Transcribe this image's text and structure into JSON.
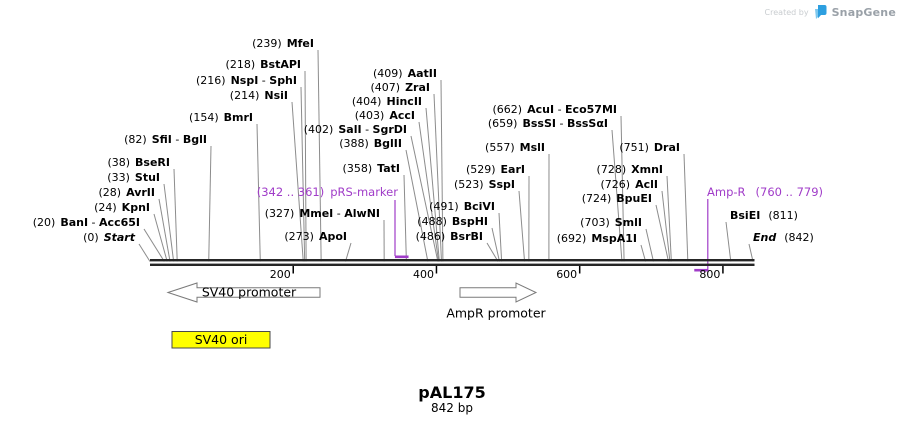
{
  "watermark": {
    "created_by": "Created by",
    "brand": "SnapGene"
  },
  "title": {
    "name": "pAL175",
    "length": "842 bp"
  },
  "map": {
    "length_bp": 842,
    "scale_ticks": [
      200,
      400,
      600,
      800
    ],
    "colors": {
      "feature_purple": "#A03CC8",
      "ori_yellow": "#FFFF00",
      "leader_gray": "#8c8c8c",
      "sequence_black": "#262626",
      "arrow_outline": "#7a7a7a",
      "logo_blue": "#2D9FE0",
      "logo_light_blue": "#7EC8EE"
    },
    "sites": [
      {
        "pos": "(0)",
        "name": "Start",
        "bp": 0,
        "terminus": true
      },
      {
        "pos": "(20)",
        "name": "BanI - Acc65I",
        "bp": 20
      },
      {
        "pos": "(24)",
        "name": "KpnI",
        "bp": 24
      },
      {
        "pos": "(28)",
        "name": "AvrII",
        "bp": 28
      },
      {
        "pos": "(33)",
        "name": "StuI",
        "bp": 33
      },
      {
        "pos": "(38)",
        "name": "BseRI",
        "bp": 38
      },
      {
        "pos": "(82)",
        "name": "SfiI - BglI",
        "bp": 82
      },
      {
        "pos": "(154)",
        "name": "BmrI",
        "bp": 154
      },
      {
        "pos": "(214)",
        "name": "NsiI",
        "bp": 214
      },
      {
        "pos": "(216)",
        "name": "NspI - SphI",
        "bp": 216
      },
      {
        "pos": "(218)",
        "name": "BstAPI",
        "bp": 218
      },
      {
        "pos": "(239)",
        "name": "MfeI",
        "bp": 239
      },
      {
        "pos": "(273)",
        "name": "ApoI",
        "bp": 273
      },
      {
        "pos": "(327)",
        "name": "MmeI - AlwNI",
        "bp": 327
      },
      {
        "pos": "(358)",
        "name": "TatI",
        "bp": 358
      },
      {
        "pos": "(388)",
        "name": "BglII",
        "bp": 388
      },
      {
        "pos": "(402)",
        "name": "SalI - SgrDI",
        "bp": 402
      },
      {
        "pos": "(403)",
        "name": "AccI",
        "bp": 403
      },
      {
        "pos": "(404)",
        "name": "HincII",
        "bp": 404
      },
      {
        "pos": "(407)",
        "name": "ZraI",
        "bp": 407
      },
      {
        "pos": "(409)",
        "name": "AatII",
        "bp": 409
      },
      {
        "pos": "(486)",
        "name": "BsrBI",
        "bp": 486
      },
      {
        "pos": "(488)",
        "name": "BspHI",
        "bp": 488
      },
      {
        "pos": "(491)",
        "name": "BciVI",
        "bp": 491
      },
      {
        "pos": "(523)",
        "name": "SspI",
        "bp": 523
      },
      {
        "pos": "(529)",
        "name": "EarI",
        "bp": 529
      },
      {
        "pos": "(557)",
        "name": "MslI",
        "bp": 557
      },
      {
        "pos": "(659)",
        "name": "BssSI - BssSαI",
        "bp": 659
      },
      {
        "pos": "(662)",
        "name": "AcuI - Eco57MI",
        "bp": 662
      },
      {
        "pos": "(692)",
        "name": "MspA1I",
        "bp": 692
      },
      {
        "pos": "(703)",
        "name": "SmlI",
        "bp": 703
      },
      {
        "pos": "(724)",
        "name": "BpuEI",
        "bp": 724
      },
      {
        "pos": "(726)",
        "name": "AclI",
        "bp": 726
      },
      {
        "pos": "(728)",
        "name": "XmnI",
        "bp": 728
      },
      {
        "pos": "(751)",
        "name": "DraI",
        "bp": 751
      },
      {
        "pos": "(811)",
        "name": "BsiEI",
        "bp": 811,
        "side": "right"
      },
      {
        "pos": "(842)",
        "name": "End",
        "bp": 842,
        "side": "right",
        "terminus": true
      }
    ],
    "features": [
      {
        "name": "pRS-marker",
        "range": "(342 .. 361)",
        "start": 342,
        "end": 361,
        "order": "range-first",
        "bracket": "above"
      },
      {
        "name": "Amp-R",
        "range": "(760 .. 779)",
        "start": 760,
        "end": 779,
        "order": "name-first",
        "bracket": "below"
      }
    ],
    "annotations": [
      {
        "label": "SV40 promoter",
        "kind": "arrow-left",
        "text": "inside"
      },
      {
        "label": "AmpR promoter",
        "kind": "arrow-right",
        "text": "below"
      },
      {
        "label": "SV40 ori",
        "kind": "box",
        "text": "inside"
      }
    ]
  }
}
